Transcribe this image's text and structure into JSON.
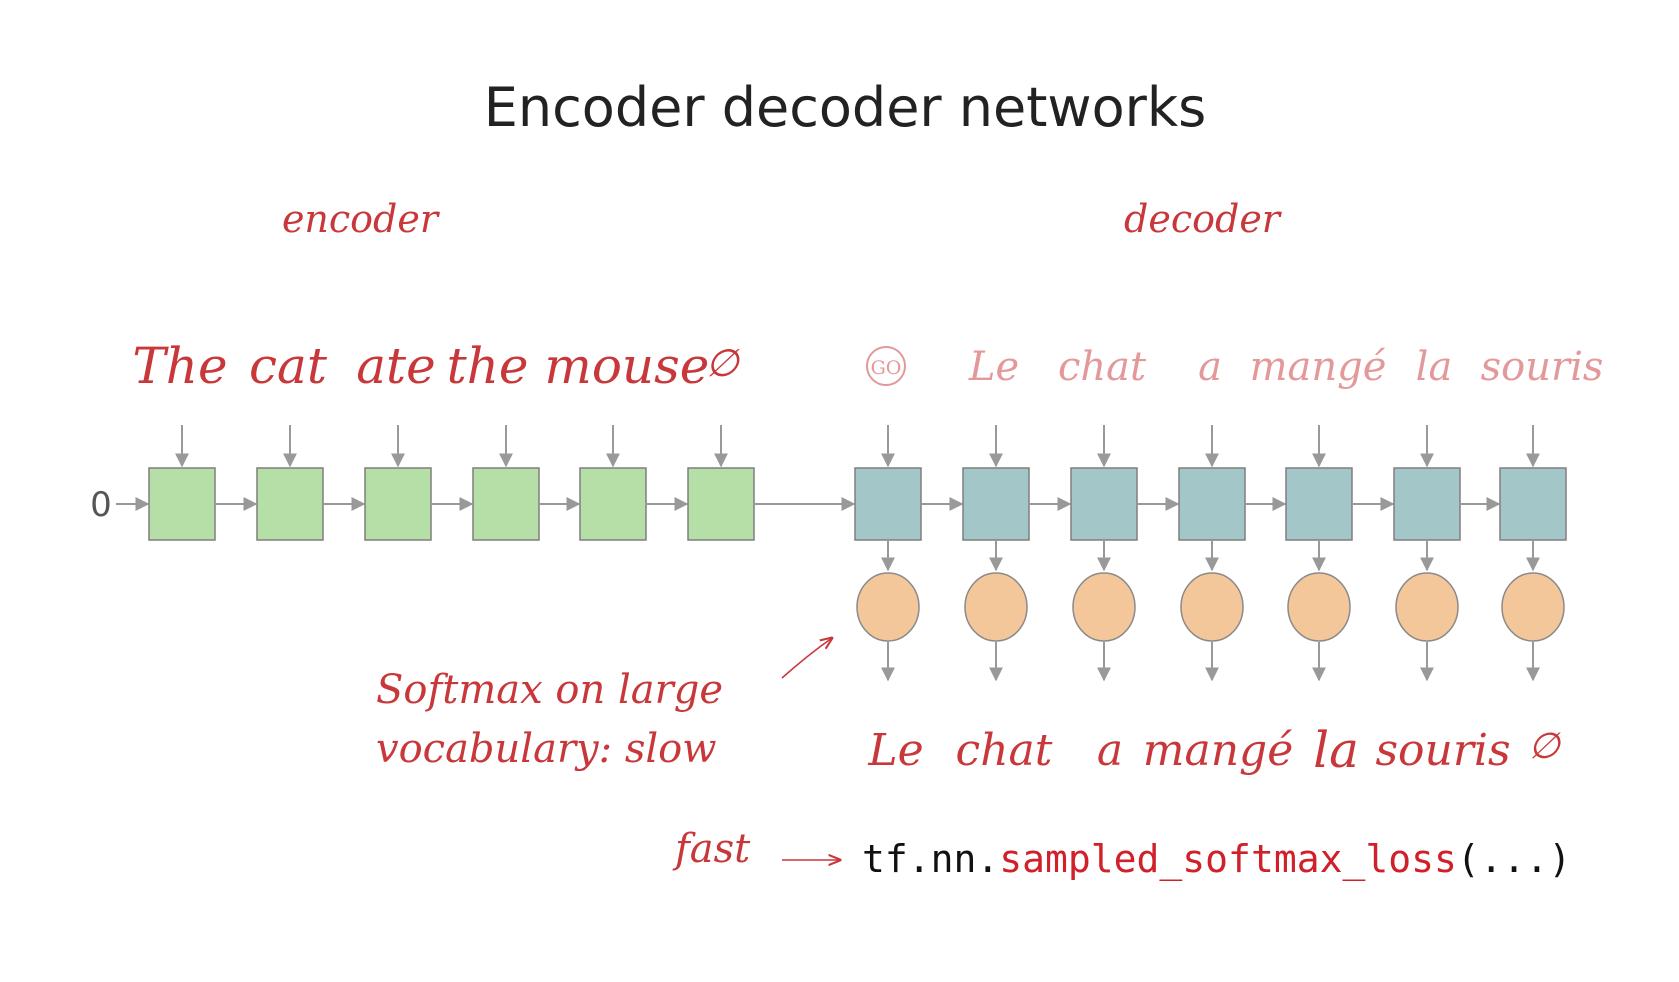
{
  "title": "Encoder decoder networks",
  "labels": {
    "encoder": "encoder",
    "decoder": "decoder",
    "initial_state": "0",
    "note_line1": "Softmax on large",
    "note_line2": "vocabulary: slow",
    "fast": "fast"
  },
  "encoder_inputs": [
    "The",
    "cat",
    "ate",
    "the mouse",
    "∅"
  ],
  "decoder_inputs": [
    "GO",
    "Le",
    "chat",
    "a",
    "mangé",
    "la",
    "souris"
  ],
  "decoder_outputs": [
    "Le",
    "chat",
    "a",
    "mangé",
    "la",
    "souris",
    "∅"
  ],
  "code": {
    "prefix": "tf.nn.",
    "function": "sampled_softmax_loss",
    "suffix": "(...)"
  },
  "colors": {
    "encoder_cell": "#b6dfa7",
    "decoder_cell": "#a3c6c9",
    "softmax_node": "#f4c79a",
    "handwriting": "#c8383a",
    "faded_handwriting": "#e3999a",
    "arrow": "#999999",
    "code_highlight": "#d0202a"
  }
}
